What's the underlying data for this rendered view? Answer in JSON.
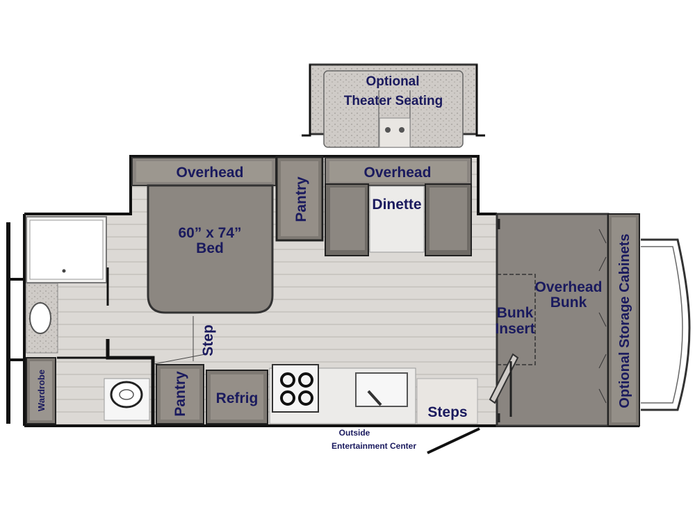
{
  "labels": {
    "theater_1": "Optional",
    "theater_2": "Theater Seating",
    "overhead_left": "Overhead",
    "overhead_right": "Overhead",
    "pantry_top": "Pantry",
    "dinette": "Dinette",
    "bed_1": "60” x 74”",
    "bed_2": "Bed",
    "overhead_bunk_1": "Overhead",
    "overhead_bunk_2": "Bunk",
    "bunk_insert_1": "Bunk",
    "bunk_insert_2": "Insert",
    "storage": "Optional Storage Cabinets",
    "step": "Step",
    "pantry_bottom": "Pantry",
    "refrig": "Refrig",
    "steps": "Steps",
    "wardrobe": "Wardrobe",
    "outside_1": "Outside",
    "outside_2": "Entertainment Center"
  },
  "colors": {
    "label_text": "#1a1a5e",
    "cabinet_gray": "#8a8580",
    "wall_black": "#111111",
    "floor_light": "#d9d6d2"
  }
}
